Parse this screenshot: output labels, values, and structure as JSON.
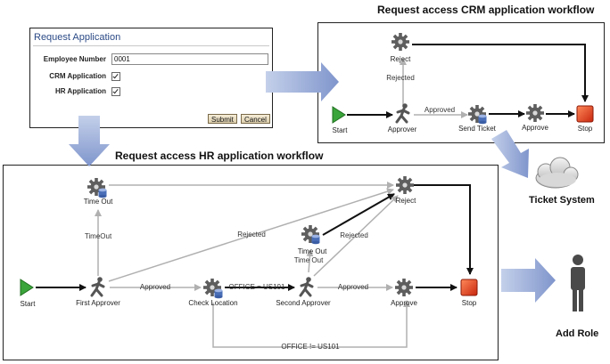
{
  "form": {
    "title": "Request Application",
    "employee_number_label": "Employee Number",
    "employee_number_value": "0001",
    "crm_label": "CRM Application",
    "hr_label": "HR Application",
    "crm_checked": true,
    "hr_checked": true,
    "submit_label": "Submit",
    "cancel_label": "Cancel"
  },
  "crm_workflow": {
    "caption": "Request access CRM application workflow",
    "nodes": {
      "start": "Start",
      "approver": "Approver",
      "reject": "Reject",
      "send_ticket": "Send Ticket",
      "approve": "Approve",
      "stop": "Stop"
    },
    "edges": {
      "rejected": "Rejected",
      "approved": "Approved"
    }
  },
  "hr_workflow": {
    "caption": "Request access HR application workflow",
    "nodes": {
      "start": "Start",
      "first_approver": "First Approver",
      "time_out_top": "Time Out",
      "check_location": "Check Location",
      "second_approver": "Second Approver",
      "time_out_mid": "Time Out",
      "reject": "Reject",
      "approve": "Approve",
      "stop": "Stop"
    },
    "edges": {
      "timeout": "TimeOut",
      "rejected_first": "Rejected",
      "approved_first": "Approved",
      "office_eq": "OFFICE = US101",
      "time_out": "Time Out",
      "rejected_second": "Rejected",
      "approved_second": "Approved",
      "office_ne": "OFFICE != US101"
    }
  },
  "external": {
    "ticket_system": "Ticket System",
    "add_role": "Add Role"
  },
  "colors": {
    "start_green": "#3aa53a",
    "stop_red": "#e0442a",
    "gear_gray": "#6a6a6a",
    "db_blue": "#4a6fb8",
    "arrow_blue": "#8ea3d3",
    "edge_gray": "#b8b8b8",
    "edge_dark": "#111111",
    "form_title": "#2b4a86"
  }
}
